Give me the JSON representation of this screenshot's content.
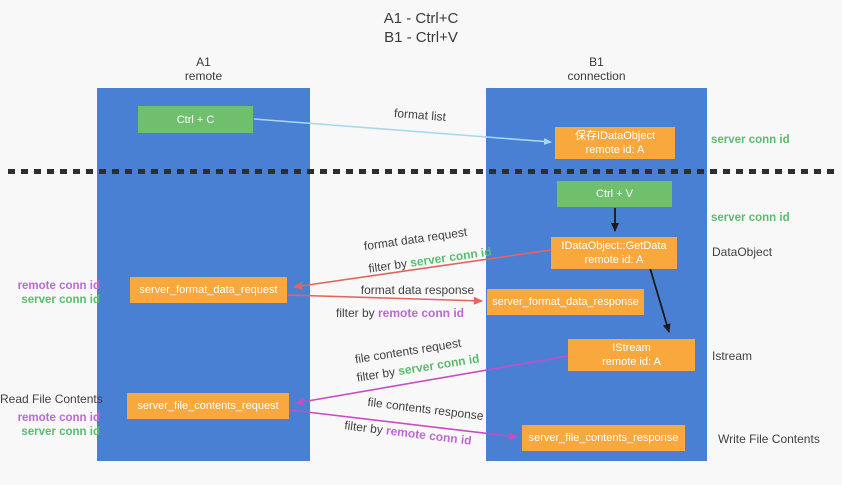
{
  "title": {
    "line1": "A1 - Ctrl+C",
    "line2": "B1 - Ctrl+V"
  },
  "lanes": {
    "a1": {
      "title": "A1",
      "subtitle": "remote"
    },
    "b1": {
      "title": "B1",
      "subtitle": "connection"
    }
  },
  "nodes": {
    "ctrl_c": {
      "label": "Ctrl + C"
    },
    "save_dataobject": {
      "line1": "保存IDataObject",
      "line2": "remote id: A"
    },
    "ctrl_v": {
      "label": "Ctrl + V"
    },
    "getdata": {
      "line1": "IDataObject::GetData",
      "line2": "remote id: A"
    },
    "format_request": {
      "label": "server_format_data_request"
    },
    "format_response": {
      "label": "server_format_data_response"
    },
    "istream": {
      "line1": "IStream",
      "line2": "remote id: A"
    },
    "file_request": {
      "label": "server_file_contents_request"
    },
    "file_response": {
      "label": "server_file_contents_response"
    }
  },
  "edge_labels": {
    "format_list": "format list",
    "format_data_request": {
      "text": "format data request",
      "filter_prefix": "filter by ",
      "filter_key": "server conn id"
    },
    "format_data_response": {
      "text": "format data response",
      "filter_prefix": "filter by ",
      "filter_key": "remote conn id"
    },
    "file_contents_request": {
      "text": "file contents request",
      "filter_prefix": "filter by ",
      "filter_key": "server conn id"
    },
    "file_contents_response": {
      "text": "file contents response",
      "filter_prefix": "filter by ",
      "filter_key": "remote conn id"
    }
  },
  "side_labels": {
    "right_server_conn_top": "server conn id",
    "right_server_conn_mid": "server conn id",
    "right_dataobject": "DataObject",
    "right_istream": "Istream",
    "right_write_file": "Write File Contents",
    "left_remote_conn_top": "remote conn id",
    "left_server_conn_top": "server conn id",
    "left_read_file": "Read File Contents",
    "left_remote_conn_bottom": "remote conn id",
    "left_server_conn_bottom": "server conn id"
  },
  "colors": {
    "lane_blue": "#4a80d4",
    "node_green": "#70bf6d",
    "node_orange": "#f9a83e",
    "label_green": "#58bd6d",
    "label_purple": "#bd68d4",
    "arrow_red": "#e7635e",
    "arrow_magenta": "#c44ec4",
    "arrow_lightblue": "#a8d8f0",
    "arrow_black": "#1a1a1a"
  }
}
